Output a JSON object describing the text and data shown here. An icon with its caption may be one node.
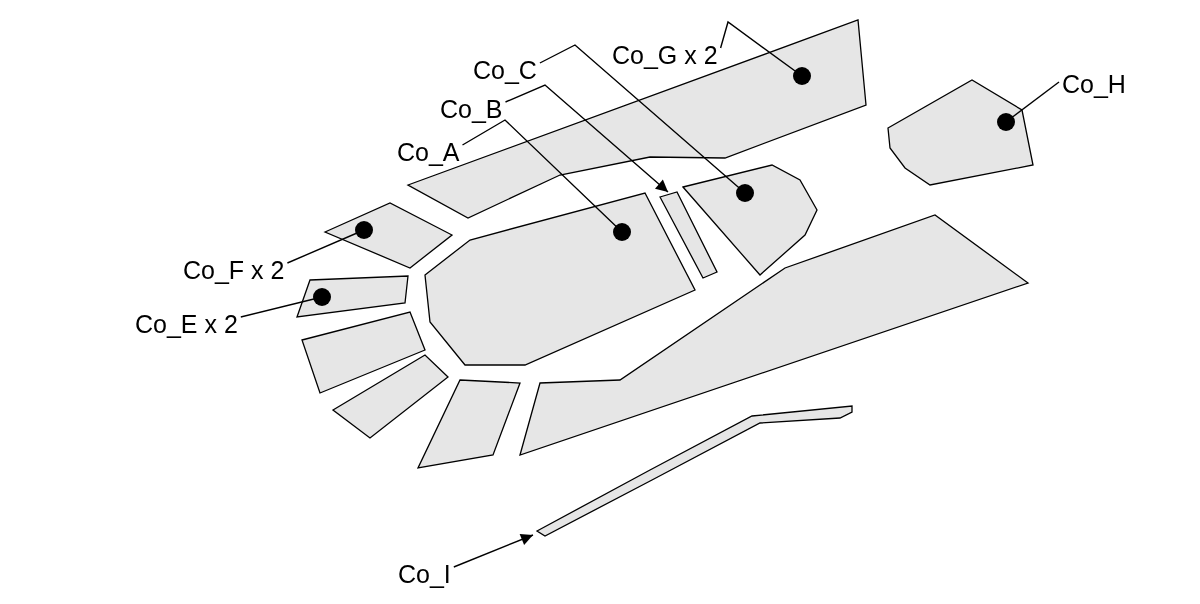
{
  "diagram": {
    "nodes": [
      {
        "text": [
          "Co_G x 2"
        ]
      },
      {
        "text": [
          "Co_C"
        ]
      },
      {
        "text": [
          "Co_H"
        ]
      },
      {
        "text": [
          "Co_B"
        ]
      },
      {
        "text": [
          "Co_A"
        ]
      },
      {
        "text": [
          "Co_F x 2"
        ]
      },
      {
        "text": [
          "Co_E x 2"
        ]
      },
      {
        "text": [
          "Co_I"
        ]
      },
      {
        "text": [],
        "shape": "picture"
      },
      {
        "text": [],
        "shape": "picture"
      },
      {
        "text": [],
        "shape": "picture"
      },
      {
        "text": [],
        "shape": "picture"
      },
      {
        "text": [],
        "shape": "picture"
      },
      {
        "text": [],
        "shape": "picture"
      },
      {
        "text": [],
        "shape": "picture"
      },
      {
        "text": [],
        "shape": "picture"
      }
    ],
    "edges": [
      {
        "from": 0,
        "to": 8,
        "arrow": "other"
      },
      {
        "from": 1,
        "to": 10,
        "arrow": "other"
      },
      {
        "from": 2,
        "to": 9,
        "arrow": "other"
      },
      {
        "from": 3,
        "to": 11,
        "arrow": "to"
      },
      {
        "from": 4,
        "to": 12,
        "arrow": "other"
      },
      {
        "from": 5,
        "to": 13,
        "arrow": "other"
      },
      {
        "from": 6,
        "to": 14,
        "arrow": "other"
      },
      {
        "from": 7,
        "to": 15,
        "arrow": "to"
      }
    ]
  }
}
